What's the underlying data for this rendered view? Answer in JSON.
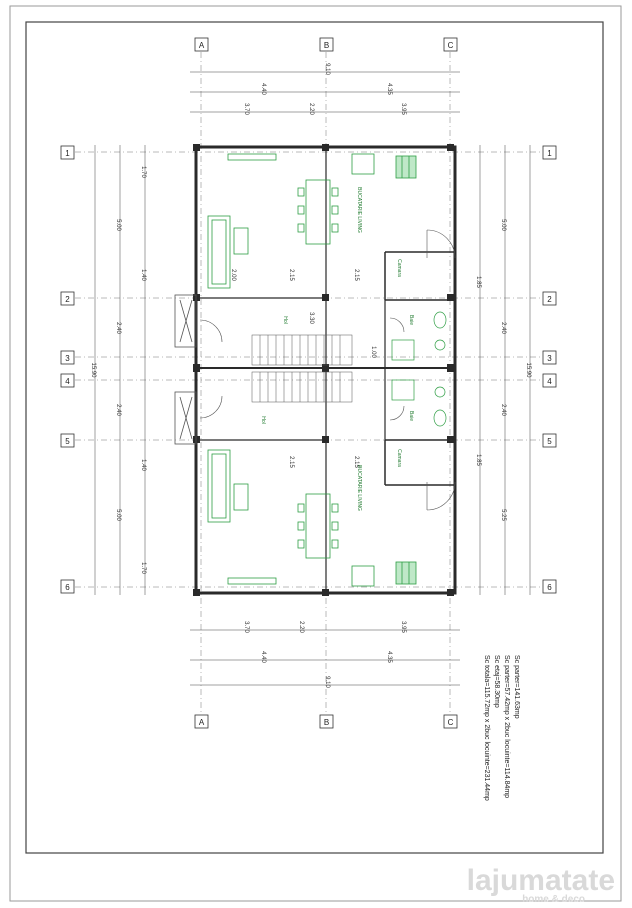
{
  "grid": {
    "columns": [
      "A",
      "B",
      "C"
    ],
    "rows": [
      "1",
      "2",
      "3",
      "4",
      "5",
      "6"
    ]
  },
  "dims": {
    "top_total": "9.10",
    "top_a": "4.40",
    "top_b": "4.35",
    "top_a2": "3.70",
    "top_mid": "2.20",
    "top_b2": "3.95",
    "bottom_total": "9.10",
    "bottom_a": "4.40",
    "bottom_b": "4.35",
    "bottom_a2": "3.70",
    "bottom_mid": "2.20",
    "bottom_b2": "3.95",
    "left_total": "15.90",
    "right_total": "15.90",
    "left_1": "5.00",
    "left_2": "2.40",
    "left_3": "2.40",
    "left_4": "5.00",
    "left_s1": "1.70",
    "left_s2": "1.40",
    "left_s3": "1.40",
    "left_s4": "1.70",
    "right_1": "5.00",
    "right_2": "2.40",
    "right_3": "2.40",
    "right_4": "5.25",
    "right_s1": "1.85",
    "right_s2": "1.85",
    "inner_1": "2.15",
    "inner_2": "2.15",
    "inner_3": "2.15",
    "inner_4": "2.15",
    "inner_5": "3.30",
    "inner_6": "2.00",
    "inner_7": "1.00"
  },
  "rooms": {
    "living_top": "BUCATARIE LIVING",
    "living_bottom": "BUCATARIE LIVING",
    "hall_top": "Hol",
    "hall_bottom": "Hol",
    "bath_top": "Baie",
    "bath_bottom": "Baie",
    "storage_top": "Camara",
    "storage_bottom": "Camara"
  },
  "notes": {
    "line1": "Sc parter=141.63mp",
    "line2": "Sc parter=57.42mp x 2buc locuinte=114.84mp",
    "line3": "Sc etaj=58.30mp",
    "line4": "Sc totala=115.72mp x 2buc locuinte=231.44mp"
  },
  "watermark": {
    "brand": "lajumatate",
    "sub": "home & deco"
  },
  "colors": {
    "wall": "#2a2a2a",
    "furniture": "#2e9e44",
    "axis": "#777777"
  }
}
